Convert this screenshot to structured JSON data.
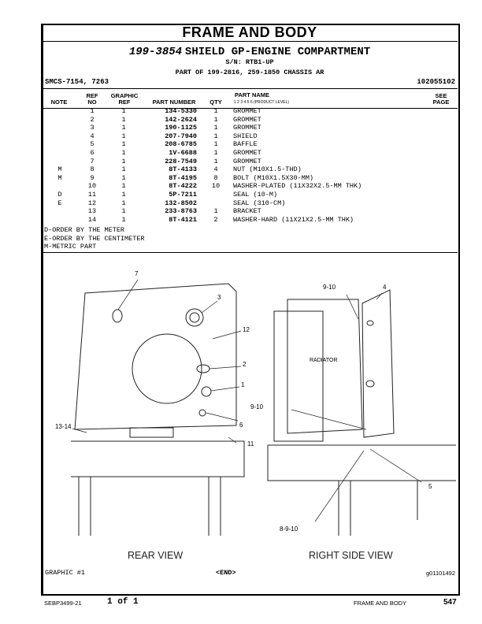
{
  "header": {
    "title": "FRAME AND BODY",
    "group_number": "199-3854",
    "group_name": "SHIELD GP-ENGINE COMPARTMENT",
    "serial": "S/N: RTB1-UP",
    "part_of": "PART OF 199-2816, 259-1850 CHASSIS AR",
    "smcs": "SMCS-7154, 7263",
    "info_id": "i02055102"
  },
  "columns": {
    "note": "NOTE",
    "ref_no_1": "REF",
    "ref_no_2": "NO",
    "graphic_ref_1": "GRAPHIC",
    "graphic_ref_2": "REF",
    "part_number": "PART NUMBER",
    "qty": "QTY",
    "part_name": "PART NAME",
    "product_level": "1  2  3  4  5  6  (PRODUCT LEVEL)",
    "see_page_1": "SEE",
    "see_page_2": "PAGE"
  },
  "parts": [
    {
      "note": "",
      "ref": "1",
      "graphic": "1",
      "pn": "134-5330",
      "qty": "1",
      "name": "GROMMET"
    },
    {
      "note": "",
      "ref": "2",
      "graphic": "1",
      "pn": "142-2624",
      "qty": "1",
      "name": "GROMMET"
    },
    {
      "note": "",
      "ref": "3",
      "graphic": "1",
      "pn": "190-1125",
      "qty": "1",
      "name": "GROMMET"
    },
    {
      "note": "",
      "ref": "4",
      "graphic": "1",
      "pn": "207-7940",
      "qty": "1",
      "name": "SHIELD"
    },
    {
      "note": "",
      "ref": "5",
      "graphic": "1",
      "pn": "208-6785",
      "qty": "1",
      "name": "BAFFLE"
    },
    {
      "note": "",
      "ref": "6",
      "graphic": "1",
      "pn": "1V-6688",
      "qty": "1",
      "name": "GROMMET"
    },
    {
      "note": "",
      "ref": "7",
      "graphic": "1",
      "pn": "228-7549",
      "qty": "1",
      "name": "GROMMET"
    },
    {
      "note": "M",
      "ref": "8",
      "graphic": "1",
      "pn": "8T-4133",
      "qty": "4",
      "name": "NUT (M10X1.5-THD)"
    },
    {
      "note": "M",
      "ref": "9",
      "graphic": "1",
      "pn": "8T-4195",
      "qty": "8",
      "name": "BOLT (M10X1.5X30-MM)"
    },
    {
      "note": "",
      "ref": "10",
      "graphic": "1",
      "pn": "8T-4222",
      "qty": "10",
      "name": "WASHER-PLATED (11X32X2.5-MM THK)"
    },
    {
      "note": "D",
      "ref": "11",
      "graphic": "1",
      "pn": "5P-7211",
      "qty": "",
      "name": "SEAL (10-M)"
    },
    {
      "note": "E",
      "ref": "12",
      "graphic": "1",
      "pn": "132-8502",
      "qty": "",
      "name": "SEAL (310-CM)"
    },
    {
      "note": "",
      "ref": "13",
      "graphic": "1",
      "pn": "233-8763",
      "qty": "1",
      "name": "BRACKET"
    },
    {
      "note": "",
      "ref": "14",
      "graphic": "1",
      "pn": "8T-4121",
      "qty": "2",
      "name": "WASHER-HARD (11X21X2.5-MM THK)"
    }
  ],
  "notes": [
    "D-ORDER BY THE METER",
    "E-ORDER BY THE CENTIMETER",
    "M-METRIC PART"
  ],
  "illustration": {
    "callouts": {
      "c7": "7",
      "c3": "3",
      "c12": "12",
      "c2": "2",
      "c1": "1",
      "c6": "6",
      "c11": "11",
      "c1314": "13-14",
      "c910a": "9-10",
      "c4": "4",
      "radiator": "RADIATOR",
      "c910b": "9-10",
      "c5": "5",
      "c8910": "8-9-10"
    },
    "rear_view": "REAR VIEW",
    "right_side_view": "RIGHT SIDE VIEW",
    "graphic_label": "GRAPHIC #1",
    "end_marker": "<END>",
    "graphic_id": "g01101492"
  },
  "footer": {
    "doc_id": "SEBP3499-21",
    "page_of": "1 of 1",
    "section": "FRAME AND BODY",
    "page_number": "547"
  }
}
